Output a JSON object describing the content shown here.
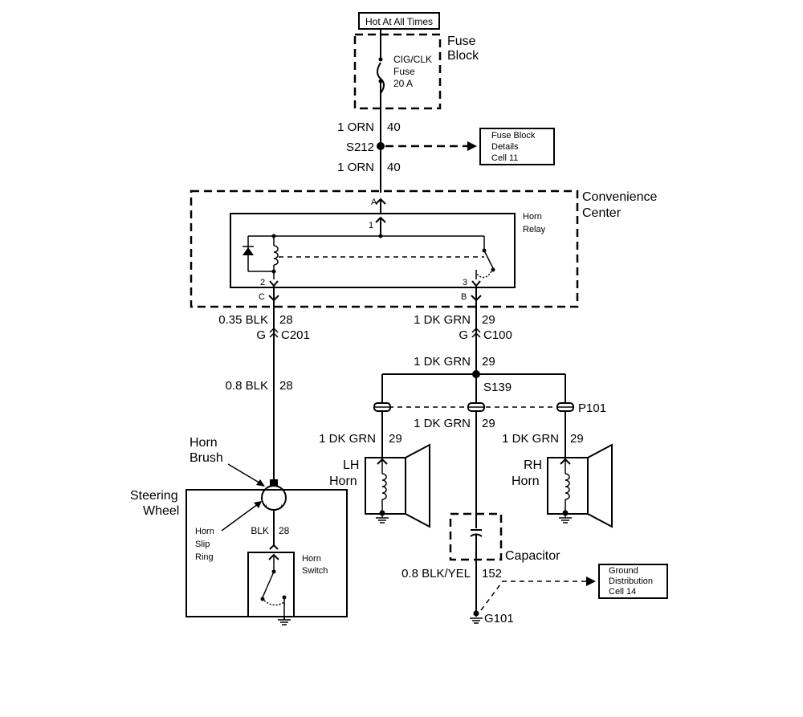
{
  "power": {
    "hot_label": "Hot At All Times",
    "fuse_block_line1": "Fuse",
    "fuse_block_line2": "Block",
    "fuse_name_line1": "CIG/CLK",
    "fuse_name_line2": "Fuse",
    "fuse_rating": "20 A"
  },
  "feed": {
    "wire_upper": "1 ORN",
    "circuit_upper": "40",
    "splice": "S212",
    "wire_lower": "1 ORN",
    "circuit_lower": "40",
    "ref_line1": "Fuse Block",
    "ref_line2": "Details",
    "ref_line3": "Cell 11"
  },
  "convenience_center": {
    "label_line1": "Convenience",
    "label_line2": "Center",
    "relay_line1": "Horn",
    "relay_line2": "Relay",
    "term_a": "A",
    "term_b": "B",
    "term_c": "C",
    "pin_1": "1",
    "pin_2": "2",
    "pin_3": "3"
  },
  "left_circuit": {
    "wire_a": "0.35 BLK",
    "circuit_a": "28",
    "conn_pin": "G",
    "connector": "C201",
    "wire_b": "0.8 BLK",
    "circuit_b": "28",
    "brush_line1": "Horn",
    "brush_line2": "Brush",
    "wheel_line1": "Steering",
    "wheel_line2": "Wheel",
    "slip_line1": "Horn",
    "slip_line2": "Slip",
    "slip_line3": "Ring",
    "wire_c": "BLK",
    "circuit_c": "28",
    "switch_line1": "Horn",
    "switch_line2": "Switch"
  },
  "right_circuit": {
    "wire_a": "1 DK GRN",
    "circuit_a": "29",
    "conn_pin": "G",
    "connector": "C100",
    "wire_b": "1 DK GRN",
    "circuit_b": "29",
    "splice": "S139",
    "pack": "P101",
    "wire_center": "1 DK GRN",
    "circuit_center": "29",
    "wire_lh": "1 DK GRN",
    "circuit_lh": "29",
    "wire_rh": "1 DK GRN",
    "circuit_rh": "29",
    "lh_horn_line1": "LH",
    "lh_horn_line2": "Horn",
    "rh_horn_line1": "RH",
    "rh_horn_line2": "Horn",
    "capacitor": "Capacitor",
    "wire_ground": "0.8 BLK/YEL",
    "circuit_ground": "152",
    "ground": "G101",
    "ref_line1": "Ground",
    "ref_line2": "Distribution",
    "ref_line3": "Cell 14"
  }
}
